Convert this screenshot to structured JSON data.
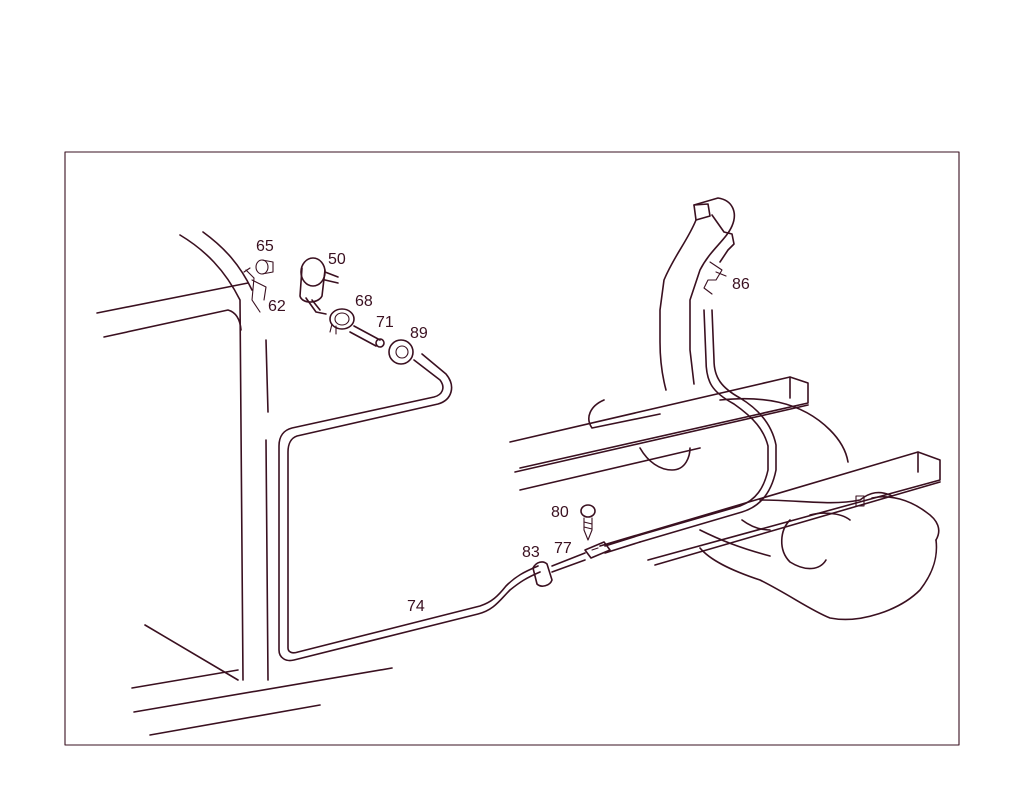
{
  "diagram": {
    "line_color": "#3a1020",
    "background": "#ffffff",
    "callouts": [
      {
        "id": "65",
        "text": "65"
      },
      {
        "id": "62",
        "text": "62"
      },
      {
        "id": "50",
        "text": "50"
      },
      {
        "id": "68",
        "text": "68"
      },
      {
        "id": "71",
        "text": "71"
      },
      {
        "id": "89",
        "text": "89"
      },
      {
        "id": "86",
        "text": "86"
      },
      {
        "id": "80",
        "text": "80"
      },
      {
        "id": "77",
        "text": "77"
      },
      {
        "id": "83",
        "text": "83"
      },
      {
        "id": "74",
        "text": "74"
      }
    ]
  }
}
